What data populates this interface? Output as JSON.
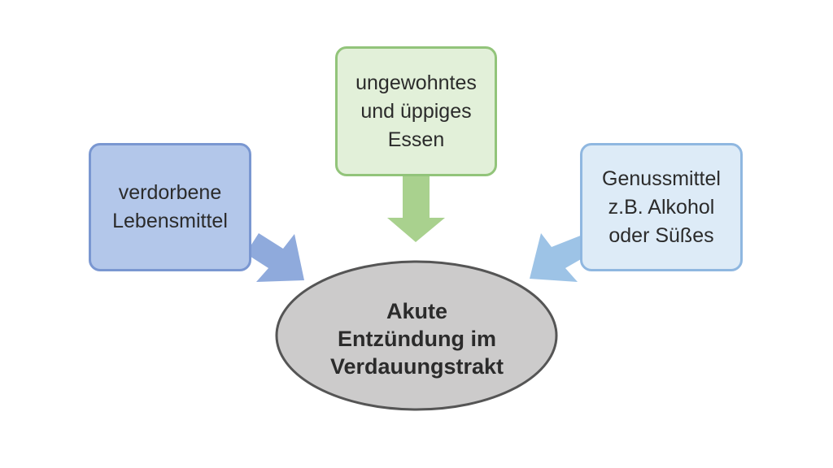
{
  "center": {
    "lines": [
      "Akute",
      "Entzündung im",
      "Verdauungstrakt"
    ],
    "fill": "#cccbcb",
    "stroke": "#555555"
  },
  "causes": {
    "left": {
      "lines": [
        "verdorbene",
        "Lebensmittel"
      ],
      "fill": "#b3c7ea",
      "border": "#7a97d1",
      "arrow_color": "#8faadc"
    },
    "top": {
      "lines": [
        "ungewohntes",
        "und üppiges",
        "Essen"
      ],
      "fill": "#e2f0d9",
      "border": "#92c47a",
      "arrow_color": "#a9d18e"
    },
    "right": {
      "lines": [
        "Genussmittel",
        "z.B. Alkohol",
        "oder Süßes"
      ],
      "fill": "#ddebf7",
      "border": "#8fb7e0",
      "arrow_color": "#9dc3e6"
    }
  }
}
